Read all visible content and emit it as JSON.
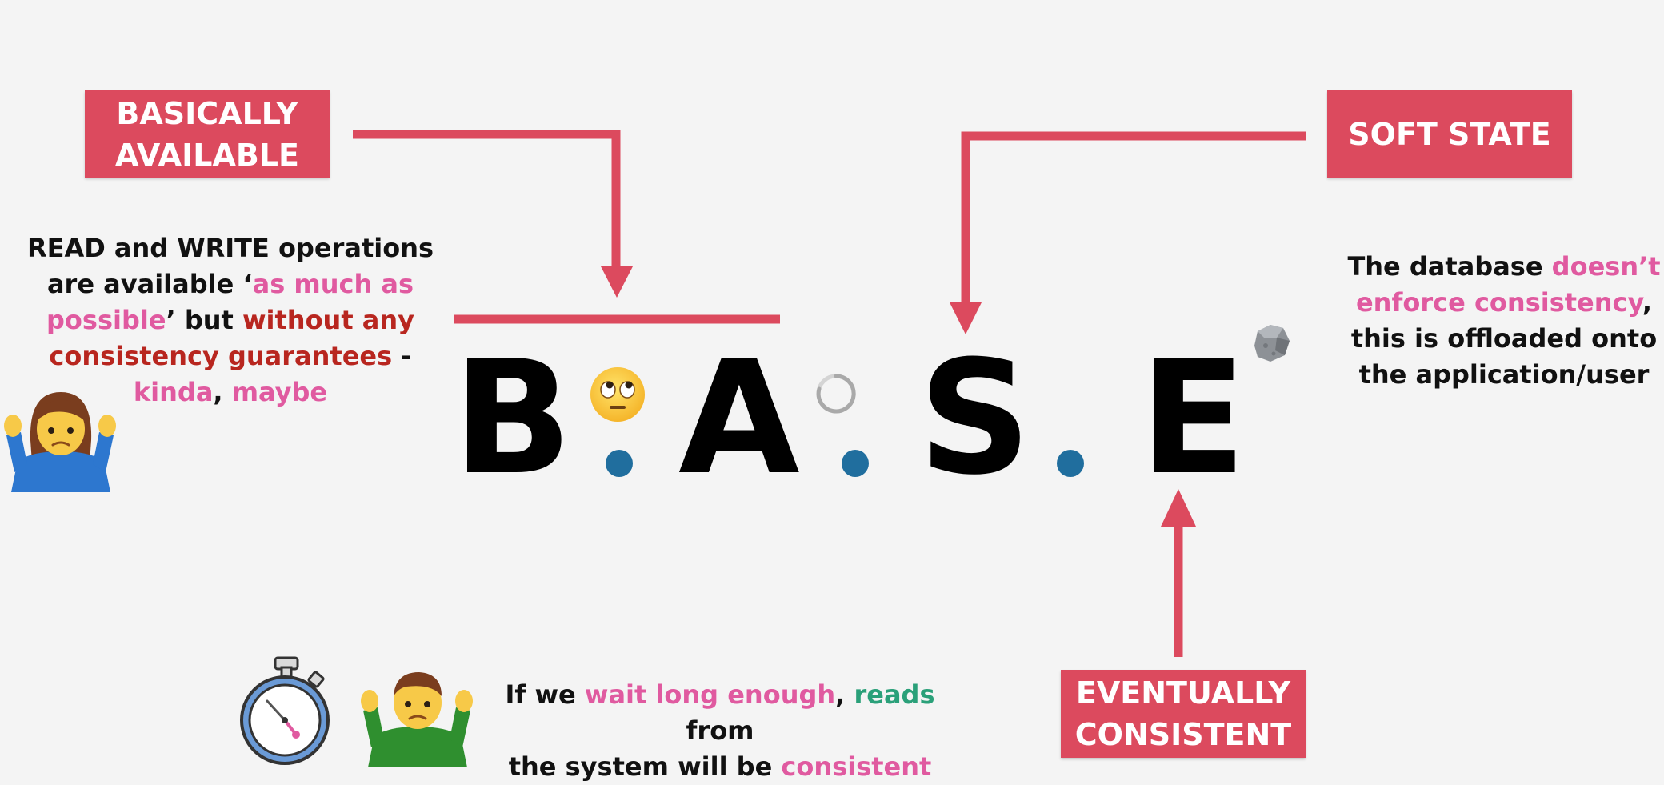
{
  "colors": {
    "accent": "#dc4a5e",
    "pink_text": "#e05aa0",
    "red_text": "#b8261f",
    "green_text": "#2aa079",
    "dot_blue": "#206e9e",
    "background": "#f4f4f4"
  },
  "acronym": {
    "letters": [
      "B",
      "A",
      "S",
      "E"
    ],
    "separator": "."
  },
  "basically_available": {
    "title_line1": "BASICALLY",
    "title_line2": "AVAILABLE",
    "desc_l1": "READ and WRITE operations",
    "desc_l2_a": "are available ‘",
    "desc_l2_b": "as much as",
    "desc_l3_a": "possible",
    "desc_l3_b": "’ but ",
    "desc_l3_c": "without any",
    "desc_l4_a": "consistency guarantees",
    "desc_l4_b": " -",
    "desc_l5_a": "kinda",
    "desc_l5_b": ", ",
    "desc_l5_c": "maybe"
  },
  "soft_state": {
    "title": "SOFT STATE",
    "desc_l1_a": "The database ",
    "desc_l1_b": "doesn’t",
    "desc_l2_a": "enforce consistency",
    "desc_l2_b": ",",
    "desc_l3": "this is offloaded onto",
    "desc_l4": "the application/user"
  },
  "eventually_consistent": {
    "title_line1": "EVENTUALLY",
    "title_line2": "CONSISTENT",
    "desc_l1_a": "If we ",
    "desc_l1_b": "wait long enough",
    "desc_l1_c": ", ",
    "desc_l1_d": "reads",
    "desc_l1_e": " from",
    "desc_l2_a": "the system will be ",
    "desc_l2_b": "consistent"
  },
  "icons": {
    "shrug_woman": "person-shrugging-woman-icon",
    "shrug_man": "person-shrugging-man-icon",
    "eye_roll": "face-with-rolling-eyes-icon",
    "loading": "loading-spinner-icon",
    "rock": "rock-icon",
    "stopwatch": "stopwatch-icon"
  }
}
